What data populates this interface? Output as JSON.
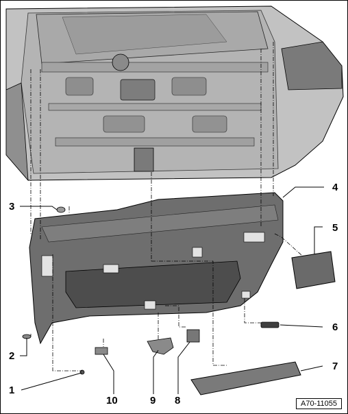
{
  "figure": {
    "reference": "A70-11055",
    "callouts": [
      "1",
      "2",
      "3",
      "4",
      "5",
      "6",
      "7",
      "8",
      "9",
      "10"
    ]
  },
  "colors": {
    "line": "#000000",
    "panel": "#6e6e6e",
    "panel_dark": "#4d4d4d",
    "body": "#b9b9b9",
    "body_light": "#d4d4d4"
  }
}
